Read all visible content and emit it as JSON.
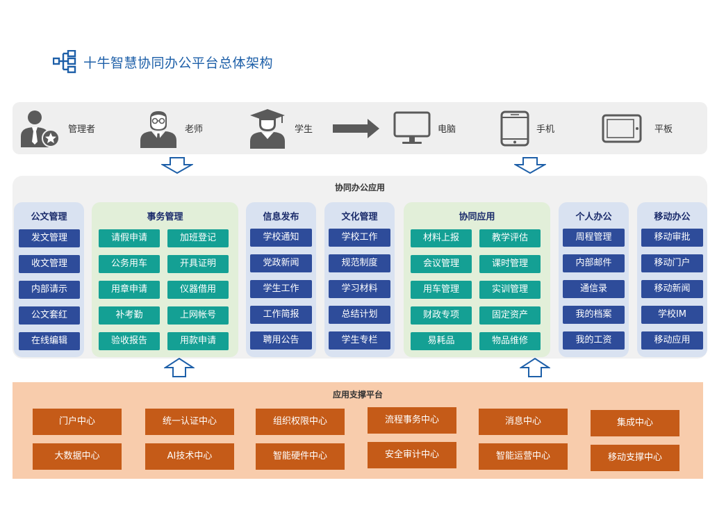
{
  "title": "十牛智慧协同办公平台总体架构",
  "users": [
    {
      "label": "管理者",
      "icon": "admin-icon"
    },
    {
      "label": "老师",
      "icon": "teacher-icon"
    },
    {
      "label": "学生",
      "icon": "student-icon"
    },
    {
      "label": "电脑",
      "icon": "computer-icon"
    },
    {
      "label": "手机",
      "icon": "phone-icon"
    },
    {
      "label": "平板",
      "icon": "tablet-icon"
    }
  ],
  "app_section": {
    "title": "协同办公应用",
    "columns": [
      {
        "title": "公文管理",
        "items": [
          "发文管理",
          "收文管理",
          "内部请示",
          "公文套红",
          "在线编辑"
        ]
      },
      {
        "title": "事务管理",
        "items": [
          "请假申请",
          "加班登记",
          "公务用车",
          "开具证明",
          "用章申请",
          "仪器借用",
          "补考勤",
          "上网帐号",
          "验收报告",
          "用款申请"
        ]
      },
      {
        "title": "信息发布",
        "items": [
          "学校通知",
          "党政新闻",
          "学生工作",
          "工作简报",
          "聘用公告"
        ]
      },
      {
        "title": "文化管理",
        "items": [
          "学校工作",
          "规范制度",
          "学习材料",
          "总结计划",
          "学生专栏"
        ]
      },
      {
        "title": "协同应用",
        "items": [
          "材料上报",
          "教学评估",
          "会议管理",
          "课时管理",
          "用车管理",
          "实训管理",
          "财政专项",
          "固定资产",
          "易耗品",
          "物品维修"
        ]
      },
      {
        "title": "个人办公",
        "items": [
          "周程管理",
          "内部邮件",
          "通信录",
          "我的档案",
          "我的工资"
        ]
      },
      {
        "title": "移动办公",
        "items": [
          "移动审批",
          "移动门户",
          "移动新闻",
          "学校IM",
          "移动应用"
        ]
      }
    ]
  },
  "support_section": {
    "title": "应用支撑平台",
    "items": [
      "门户中心",
      "统一认证中心",
      "组织权限中心",
      "流程事务中心",
      "消息中心",
      "集成中心",
      "大数据中心",
      "AI技术中心",
      "智能硬件中心",
      "安全审计中心",
      "智能运营中心",
      "移动支撑中心"
    ]
  },
  "colors": {
    "title": "#1d5fa8",
    "navy_button": "#2e4c9a",
    "teal_button": "#14a094",
    "orange_button": "#c55b18",
    "support_bg": "#f8ccac",
    "blue_column": "#d9e2f1",
    "green_column": "#e2efd9"
  }
}
